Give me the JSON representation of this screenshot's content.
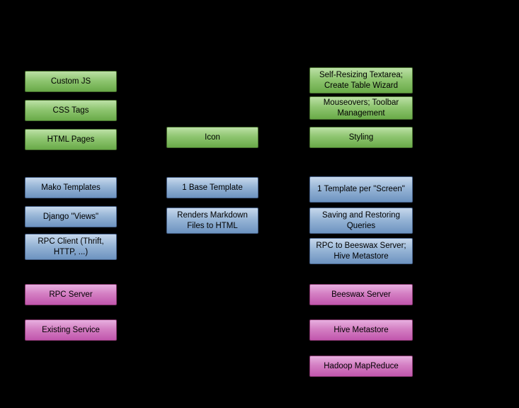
{
  "diagram": {
    "background": "#000000",
    "colors": {
      "green_top": "#bce0a6",
      "green_bottom": "#69aa48",
      "blue_top": "#c6d8ec",
      "blue_bottom": "#6d93c0",
      "magenta_top": "#e7b0df",
      "magenta_bottom": "#c156ad",
      "text": "#000000"
    },
    "boxes": [
      {
        "label": "Custom JS",
        "color": "green"
      },
      {
        "label": "CSS Tags",
        "color": "green"
      },
      {
        "label": "HTML Pages",
        "color": "green"
      },
      {
        "label": "Mako Templates",
        "color": "blue"
      },
      {
        "label": "Django \"Views\"",
        "color": "blue"
      },
      {
        "label": "RPC Client (Thrift, HTTP, ...)",
        "color": "blue"
      },
      {
        "label": "RPC Server",
        "color": "magenta"
      },
      {
        "label": "Existing Service",
        "color": "magenta"
      },
      {
        "label": "Icon",
        "color": "green"
      },
      {
        "label": "1 Base Template",
        "color": "blue"
      },
      {
        "label": "Renders Markdown Files to HTML",
        "color": "blue"
      },
      {
        "label": "Self-Resizing Textarea; Create Table Wizard",
        "color": "green"
      },
      {
        "label": "Mouseovers; Toolbar Management",
        "color": "green"
      },
      {
        "label": "Styling",
        "color": "green"
      },
      {
        "label": "1 Template per \"Screen\"",
        "color": "blue"
      },
      {
        "label": "Saving and Restoring Queries",
        "color": "blue"
      },
      {
        "label": "RPC to Beeswax Server; Hive Metastore",
        "color": "blue"
      },
      {
        "label": "Beeswax Server",
        "color": "magenta"
      },
      {
        "label": "Hive Metastore",
        "color": "magenta"
      },
      {
        "label": "Hadoop MapReduce",
        "color": "magenta"
      }
    ]
  }
}
